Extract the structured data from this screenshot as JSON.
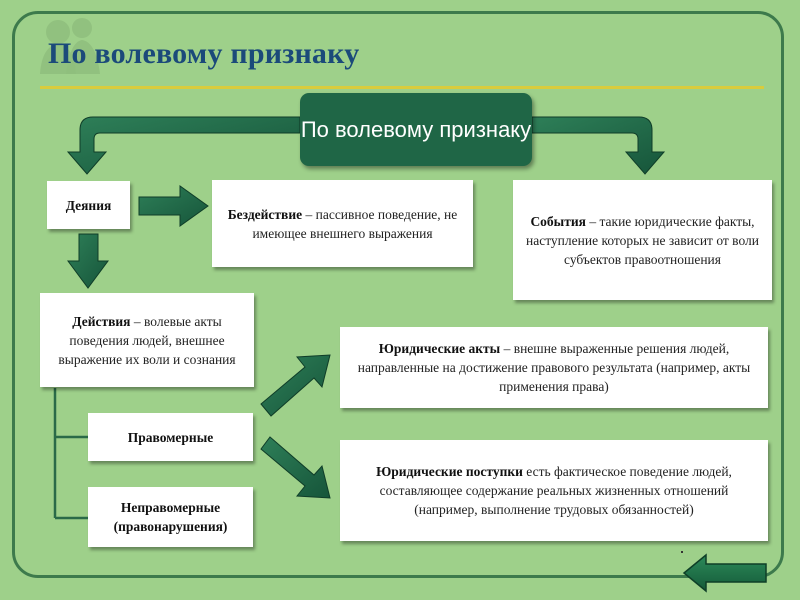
{
  "slide": {
    "title": "По волевому признаку"
  },
  "diagram": {
    "center": "По волевому признаку",
    "deyaniya": "Деяния",
    "bezdeystvie": {
      "term": "Бездействие",
      "text": " – пассивное поведение, не имеющее внешнего выражения"
    },
    "sobytiya": {
      "term": "События",
      "text": " – такие юридические факты, наступление которых не зависит от воли субъектов правоотношения"
    },
    "deystviya": {
      "term": "Действия",
      "text": " – волевые акты поведения людей, внешнее выражение их воли и сознания"
    },
    "pravomernye": "Правомерные",
    "nepravomernye": "Неправомерные (правонарушения)",
    "yur_akty": {
      "term": "Юридические акты",
      "text": " – внешне выраженные решения людей, направленные на достижение правового результата (например, акты применения права)"
    },
    "yur_postupki": {
      "term": "Юридические поступки",
      "text": " есть фактическое поведение людей, составляющее содержание реальных жизненных отношений (например, выполнение трудовых обязанностей)"
    }
  },
  "colors": {
    "background": "#9ed08a",
    "frame": "#3d7a4c",
    "title": "#1b4a7a",
    "title_underline": "#d9cc3c",
    "arrow": "#1f6646",
    "center_box": "#1f6646"
  },
  "icons": {
    "back_button": "back-arrow-icon"
  }
}
